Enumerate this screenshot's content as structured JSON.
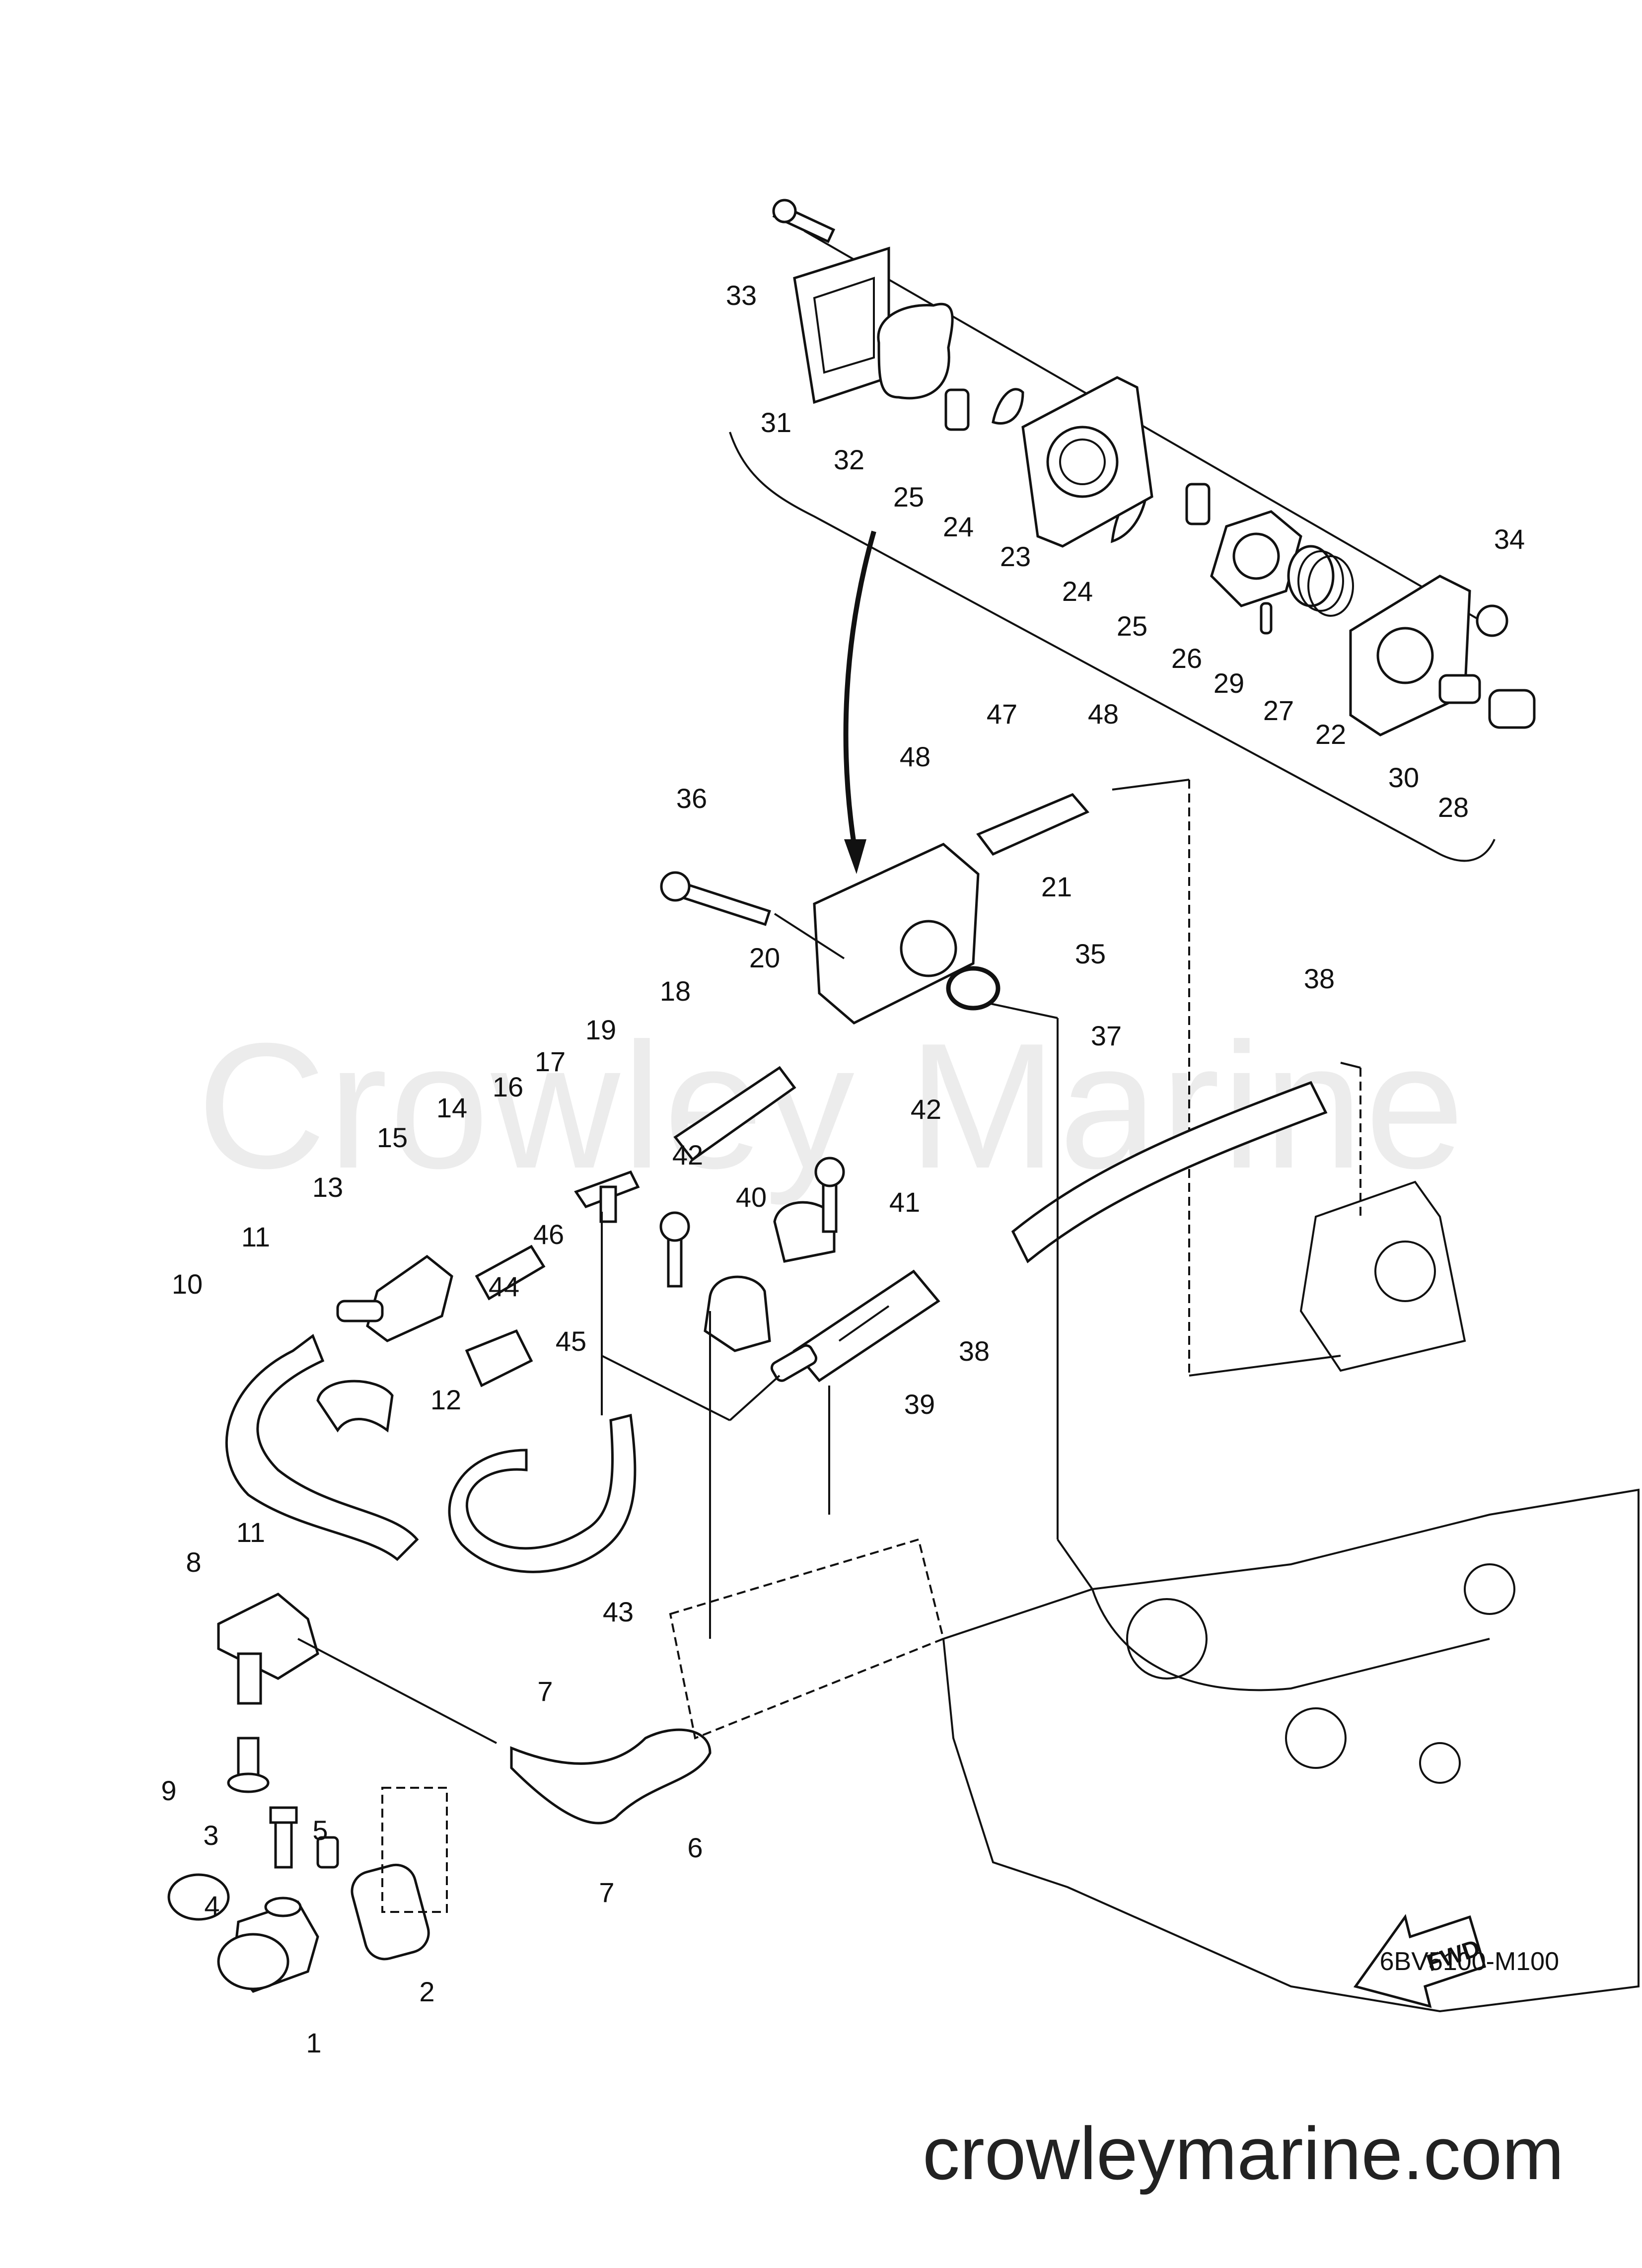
{
  "watermark": "Crowley Marine",
  "footer_url": "crowleymarine.com",
  "diagram_code": "6BV5100-M100",
  "fwd_label": "FWD",
  "callouts": [
    {
      "id": "c33",
      "text": "33"
    },
    {
      "id": "c31",
      "text": "31"
    },
    {
      "id": "c32",
      "text": "32"
    },
    {
      "id": "c25a",
      "text": "25"
    },
    {
      "id": "c24a",
      "text": "24"
    },
    {
      "id": "c23",
      "text": "23"
    },
    {
      "id": "c24b",
      "text": "24"
    },
    {
      "id": "c25b",
      "text": "25"
    },
    {
      "id": "c26",
      "text": "26"
    },
    {
      "id": "c29",
      "text": "29"
    },
    {
      "id": "c27",
      "text": "27"
    },
    {
      "id": "c22",
      "text": "22"
    },
    {
      "id": "c34",
      "text": "34"
    },
    {
      "id": "c30",
      "text": "30"
    },
    {
      "id": "c28",
      "text": "28"
    },
    {
      "id": "c47",
      "text": "47"
    },
    {
      "id": "c48a",
      "text": "48"
    },
    {
      "id": "c48b",
      "text": "48"
    },
    {
      "id": "c36",
      "text": "36"
    },
    {
      "id": "c21",
      "text": "21"
    },
    {
      "id": "c35",
      "text": "35"
    },
    {
      "id": "c20",
      "text": "20"
    },
    {
      "id": "c18",
      "text": "18"
    },
    {
      "id": "c19",
      "text": "19"
    },
    {
      "id": "c17",
      "text": "17"
    },
    {
      "id": "c16",
      "text": "16"
    },
    {
      "id": "c14",
      "text": "14"
    },
    {
      "id": "c15",
      "text": "15"
    },
    {
      "id": "c13",
      "text": "13"
    },
    {
      "id": "c11a",
      "text": "11"
    },
    {
      "id": "c10",
      "text": "10"
    },
    {
      "id": "c37",
      "text": "37"
    },
    {
      "id": "c38a",
      "text": "38"
    },
    {
      "id": "c42a",
      "text": "42"
    },
    {
      "id": "c42b",
      "text": "42"
    },
    {
      "id": "c40",
      "text": "40"
    },
    {
      "id": "c41",
      "text": "41"
    },
    {
      "id": "c46",
      "text": "46"
    },
    {
      "id": "c44",
      "text": "44"
    },
    {
      "id": "c45",
      "text": "45"
    },
    {
      "id": "c12",
      "text": "12"
    },
    {
      "id": "c39",
      "text": "39"
    },
    {
      "id": "c38b",
      "text": "38"
    },
    {
      "id": "c43",
      "text": "43"
    },
    {
      "id": "c8",
      "text": "8"
    },
    {
      "id": "c11b",
      "text": "11"
    },
    {
      "id": "c7a",
      "text": "7"
    },
    {
      "id": "c9",
      "text": "9"
    },
    {
      "id": "c3",
      "text": "3"
    },
    {
      "id": "c5",
      "text": "5"
    },
    {
      "id": "c4",
      "text": "4"
    },
    {
      "id": "c6",
      "text": "6"
    },
    {
      "id": "c7b",
      "text": "7"
    },
    {
      "id": "c2",
      "text": "2"
    },
    {
      "id": "c1",
      "text": "1"
    }
  ]
}
